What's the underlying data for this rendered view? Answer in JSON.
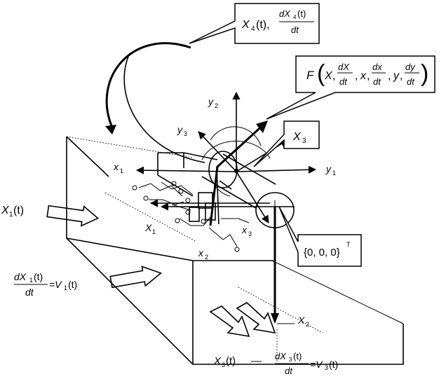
{
  "callouts": {
    "x4": {
      "main": "X",
      "sub": "4",
      "arg": "(t),",
      "num": "dX",
      "num_sub": "4",
      "num_arg": "(t)",
      "den": "dt"
    },
    "f": {
      "fn": "F",
      "v1": "X",
      "d1n": "dX",
      "d1d": "dt",
      "v2": "x",
      "d2n": "dx",
      "d2d": "dt",
      "v3": "y",
      "d3n": "dy",
      "d3d": "dt",
      "comma": ","
    },
    "x3": {
      "main": "X",
      "sub": "3"
    },
    "origin": {
      "text": "{0, 0, 0}",
      "sup": "T"
    }
  },
  "axes": {
    "y2": {
      "main": "y",
      "sub": "2"
    },
    "y3": {
      "main": "y",
      "sub": "3"
    },
    "y1": {
      "main": "y",
      "sub": "1"
    },
    "x1_top": {
      "main": "x",
      "sub": "1"
    },
    "x1_low": {
      "main": "X",
      "sub": "1"
    },
    "x3": {
      "main": "x",
      "sub": "3"
    },
    "x2": {
      "main": "x",
      "sub": "2"
    },
    "X2": {
      "main": "X",
      "sub": "2"
    }
  },
  "formulas": {
    "x1t": {
      "main": "X",
      "sub": "1",
      "arg": "(t)"
    },
    "v1": {
      "num": "dX",
      "num_sub": "1",
      "num_arg": "(t)",
      "den": "dt",
      "rhs": "=V",
      "rhs_sub": "1",
      "rhs_arg": "(t)"
    },
    "x3t": {
      "main": "X",
      "sub": "3",
      "arg": "(t)",
      "dash": "—"
    },
    "v3": {
      "num": "dX",
      "num_sub": "3",
      "num_arg": "(t)",
      "den": "dt",
      "rhs": "=V",
      "rhs_sub": "3",
      "rhs_arg": "(t)"
    }
  },
  "colors": {
    "ink": "#000000",
    "paper": "#ffffff"
  }
}
